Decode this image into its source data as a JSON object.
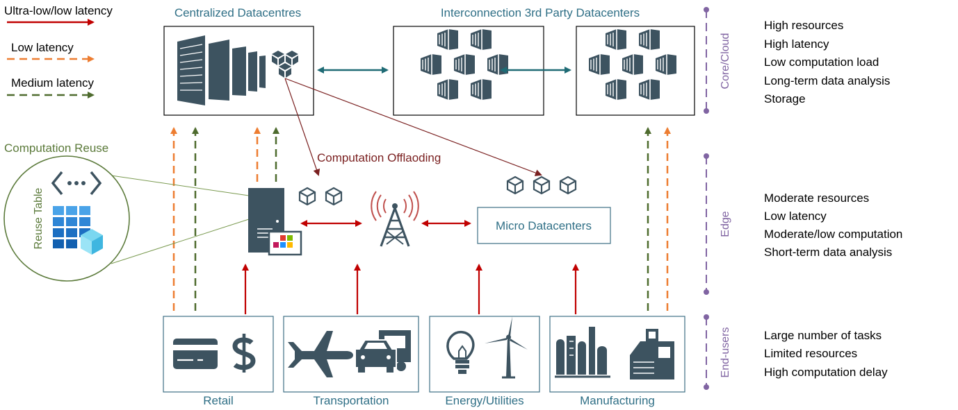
{
  "legend": {
    "ultra_low": "Ultra-low/low latency",
    "low": "Low latency",
    "medium": "Medium latency"
  },
  "top": {
    "central": "Centralized Datacentres",
    "interconnect": "Interconnection 3rd Party Datacenters"
  },
  "reuse": {
    "title": "Computation Reuse",
    "table_label": "Reuse Table"
  },
  "offload_label": "Computation Offlaoding",
  "micro_label": "Micro Datacenters",
  "tiers": {
    "core": "Core/Cloud",
    "edge": "Edge",
    "end": "End-users"
  },
  "core_desc": [
    "High resources",
    "High latency",
    "Low computation load",
    "Long-term data analysis",
    "Storage"
  ],
  "edge_desc": [
    "Moderate resources",
    "Low latency",
    "Moderate/low computation",
    "Short-term data analysis"
  ],
  "end_desc": [
    "Large number of tasks",
    "Limited resources",
    "High computation delay"
  ],
  "sectors": [
    "Retail",
    "Transportation",
    "Energy/Utilities",
    "Manufacturing"
  ],
  "colors": {
    "dark": "#3d5360",
    "teal": "#1f6b75",
    "red": "#c00000",
    "orange": "#ed7d31",
    "green": "#4e6b2e",
    "olive": "#5b7a3a",
    "purple": "#8064a2",
    "brown": "#7a2020",
    "teal_text": "#2f6f86"
  }
}
